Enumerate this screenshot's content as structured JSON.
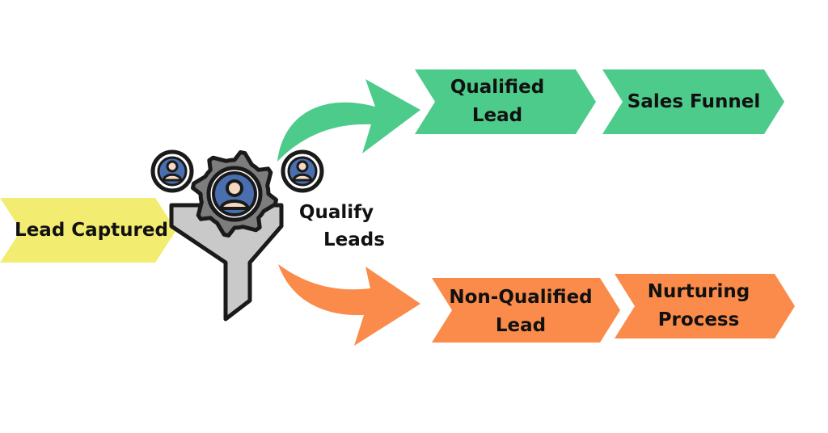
{
  "colors": {
    "captured": "#f2ec70",
    "qualified": "#4ccb8a",
    "nonqualified": "#fb8b4a",
    "funnel_fill": "#c9c9c9",
    "gear_fill": "#7d7d7d",
    "outline": "#1a1a1a",
    "avatar_ring": "#4a6fb0",
    "avatar_skin": "#f6d9c0"
  },
  "icons": [
    "funnel-icon",
    "gear-icon",
    "user-avatar-icon"
  ],
  "steps": {
    "captured": {
      "label": "Lead Captured"
    },
    "qualify": {
      "line1": "Qualify",
      "line2": "Leads"
    },
    "qualified": {
      "line1": "Qualified",
      "line2": "Lead"
    },
    "sales_funnel": {
      "label": "Sales Funnel"
    },
    "non_qualified": {
      "line1": "Non-Qualified",
      "line2": "Lead"
    },
    "nurturing": {
      "line1": "Nurturing",
      "line2": "Process"
    }
  }
}
